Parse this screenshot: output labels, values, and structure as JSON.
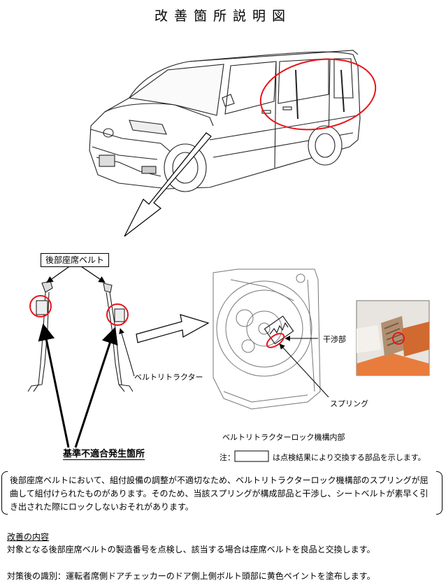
{
  "title": "改善箇所説明図",
  "labels": {
    "rear_belt": "後部座席ベルト",
    "retractor": "ベルトリトラクター",
    "lock_mech": "ベルトリトラクターロック機構内部",
    "interference": "干渉部",
    "spring": "スプリング",
    "nonconform": "基準不適合発生箇所",
    "note_prefix": "注：",
    "note_suffix": "は点検結果により交換する部品を示します。"
  },
  "description": "後部座席ベルトにおいて、組付設備の調整が不適切なため、ベルトリトラクターロック機構部のスプリングが屈曲して組付けられたものがあります。そのため、当該スプリングが構成部品と干渉し、シートベルトが素早く引き出された際にロックしないおそれがあります。",
  "remedy": {
    "heading": "改善の内容",
    "body": "対象となる後部座席ベルトの製造番号を点検し、該当する場合は座席ベルトを良品と交換します。"
  },
  "identification": "対策後の識別：運転者席側ドアチェッカーのドア側上側ボルト頭部に黄色ペイントを塗布します。",
  "colors": {
    "highlight": "#e8141c",
    "photo_orange": "#e87c3c"
  }
}
